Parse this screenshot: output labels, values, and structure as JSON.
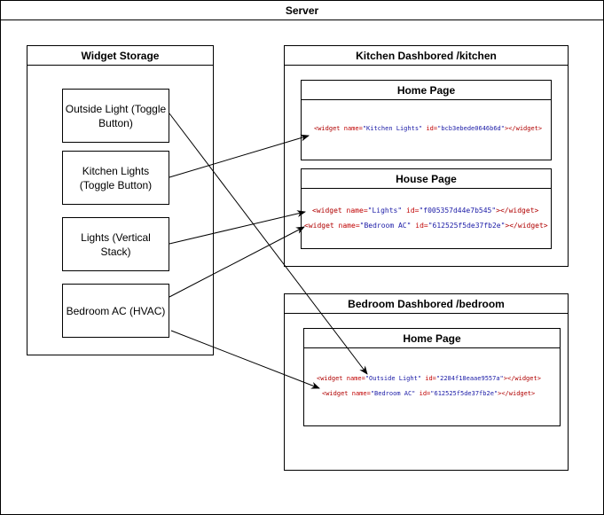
{
  "server": {
    "title": "Server"
  },
  "storage": {
    "title": "Widget Storage",
    "widgets": [
      "Outside Light (Toggle Button)",
      "Kitchen Lights (Toggle Button)",
      "Lights (Vertical Stack)",
      "Bedroom AC (HVAC)"
    ]
  },
  "kitchen": {
    "title": "Kitchen Dashbored /kitchen",
    "home_page": {
      "title": "Home Page",
      "widgets": [
        {
          "open": "<widget",
          "name_attr": "name=",
          "name": "\"Kitchen Lights\"",
          "id_attr": "id=",
          "id": "\"bcb3ebede0646b6d\"",
          "close": "></widget>"
        }
      ]
    },
    "house_page": {
      "title": "House Page",
      "widgets": [
        {
          "open": "<widget",
          "name_attr": "name=",
          "name": "\"Lights\"",
          "id_attr": "id=",
          "id": "\"f005357d44e7b545\"",
          "close": "></widget>"
        },
        {
          "open": "<widget",
          "name_attr": "name=",
          "name": "\"Bedroom AC\"",
          "id_attr": "id=",
          "id": "\"612525f5de37fb2e\"",
          "close": "></widget>"
        }
      ]
    }
  },
  "bedroom": {
    "title": "Bedroom Dashbored /bedroom",
    "home_page": {
      "title": "Home Page",
      "widgets": [
        {
          "open": "<widget",
          "name_attr": "name=",
          "name": "\"Outside Light\"",
          "id_attr": "id=",
          "id": "\"2284f18eaae9557a\"",
          "close": "></widget>"
        },
        {
          "open": "<widget",
          "name_attr": "name=",
          "name": "\"Bedroom AC\"",
          "id_attr": "id=",
          "id": "\"612525f5de37fb2e\"",
          "close": "></widget>"
        }
      ]
    }
  }
}
